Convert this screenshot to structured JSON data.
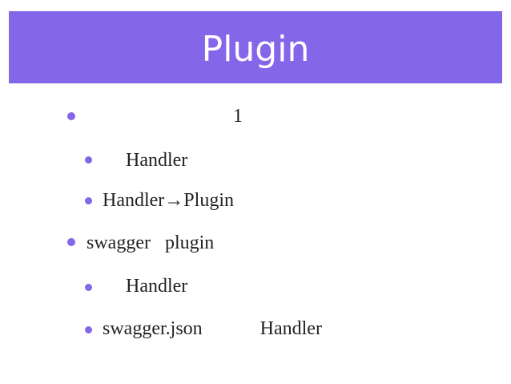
{
  "title": "Plugin",
  "accent_color": "#8466e8",
  "bullets": [
    {
      "level": 1,
      "text": "1"
    },
    {
      "level": 2,
      "text": "Handler"
    },
    {
      "level": 2,
      "text": "Handler→Plugin"
    },
    {
      "level": 1,
      "text": "swagger   plugin"
    },
    {
      "level": 2,
      "text": "Handler"
    },
    {
      "level": 2,
      "text": "swagger.json            Handler"
    }
  ]
}
